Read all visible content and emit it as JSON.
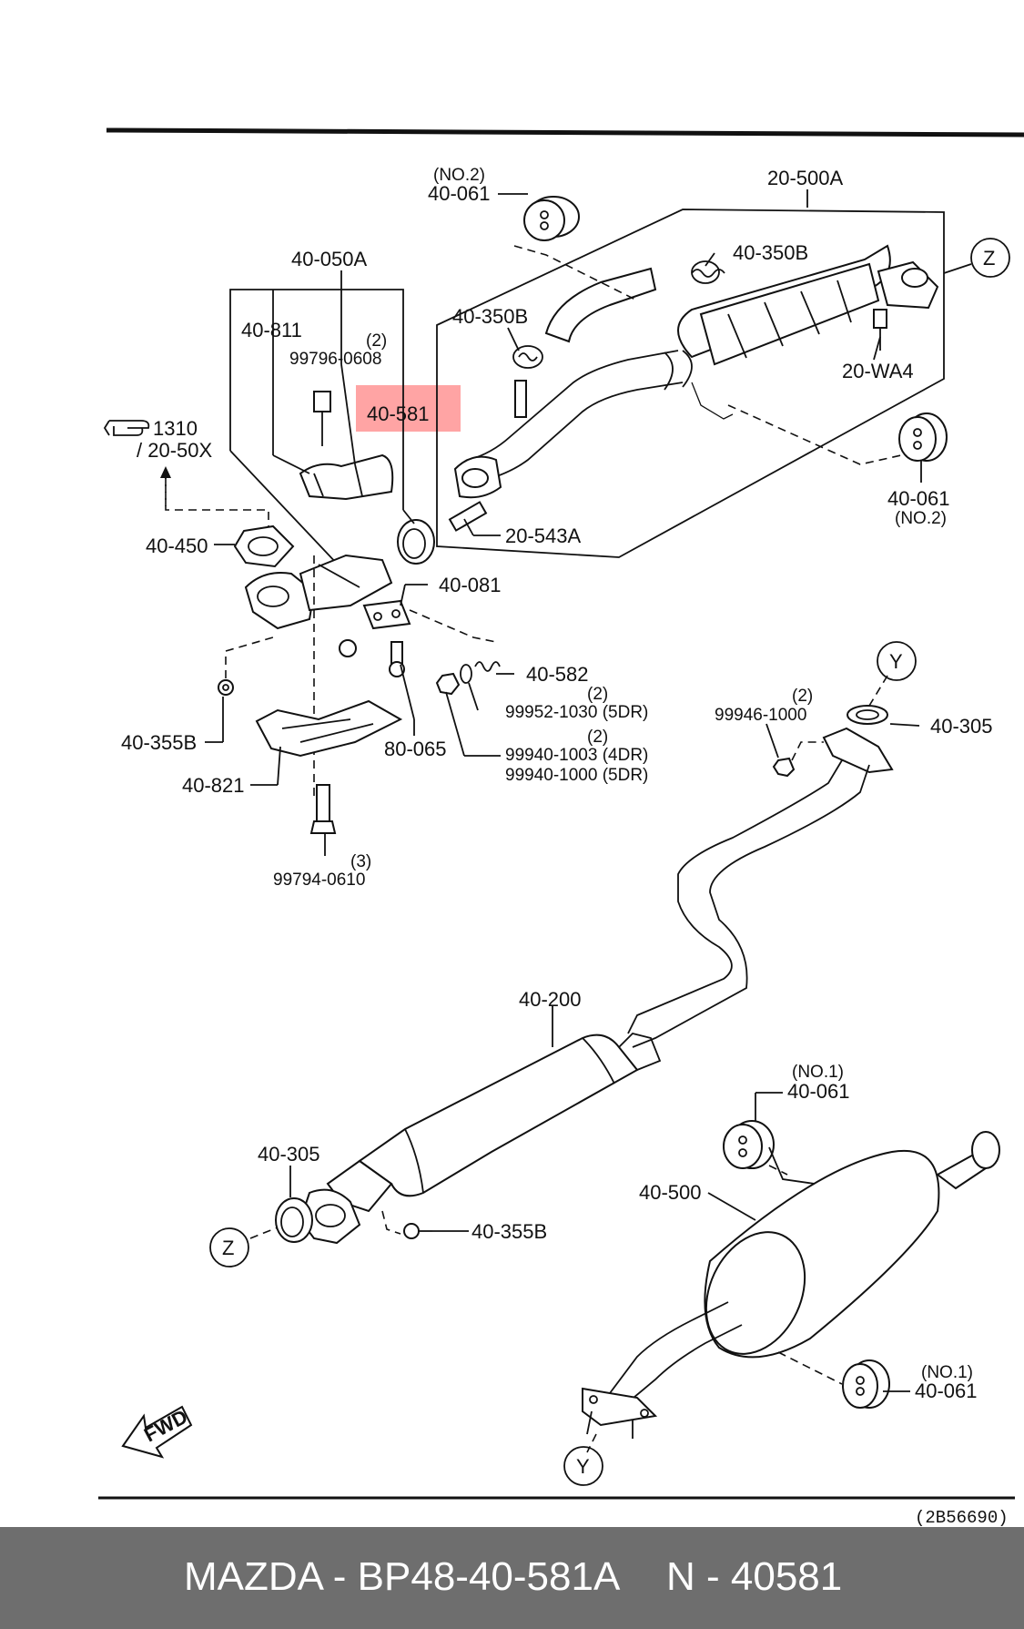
{
  "diagram": {
    "ref_code": "(2B56690)",
    "highlighted_part": "40-581",
    "fwd_label": "FWD",
    "ref_page": {
      "icon": "pointing-hand-icon",
      "number": "1310",
      "sub": "/ 20-50X"
    },
    "callouts": {
      "z_top": "Z",
      "z_bottom": "Z",
      "y_mid": "Y",
      "y_bottom": "Y"
    },
    "labels": {
      "p_40_061_no2_top": "40-061",
      "p_40_061_no2_top_note": "(NO.2)",
      "p_20_500A": "20-500A",
      "p_40_350B_top": "40-350B",
      "p_40_350B_left": "40-350B",
      "p_20_WA4": "20-WA4",
      "p_40_061_no2_right": "40-061",
      "p_40_061_no2_right_note": "(NO.2)",
      "p_20_543A": "20-543A",
      "p_40_050A": "40-050A",
      "p_40_811": "40-811",
      "p_99796_0608": "99796-0608",
      "p_99796_0608_qty": "(2)",
      "p_40_581": "40-581",
      "p_40_450": "40-450",
      "p_40_081": "40-081",
      "p_40_582": "40-582",
      "p_99952_1030": "99952-1030 (5DR)",
      "p_99952_1030_qty": "(2)",
      "p_99940_1003": "99940-1003 (4DR)",
      "p_99940_1000": "99940-1000 (5DR)",
      "p_99940_qty": "(2)",
      "p_40_355B_left": "40-355B",
      "p_80_065": "80-065",
      "p_40_821": "40-821",
      "p_99794_0610": "99794-0610",
      "p_99794_0610_qty": "(3)",
      "p_99946_1000": "99946-1000",
      "p_99946_1000_qty": "(2)",
      "p_40_305_right": "40-305",
      "p_40_200": "40-200",
      "p_40_305_left": "40-305",
      "p_40_355B_bottom": "40-355B",
      "p_40_061_no1_mid": "40-061",
      "p_40_061_no1_mid_note": "(NO.1)",
      "p_40_500": "40-500",
      "p_40_061_no1_bottom": "40-061",
      "p_40_061_no1_bottom_note": "(NO.1)"
    }
  },
  "footer": {
    "title": "MAZDA - BP48-40-581A",
    "code": "N - 40581"
  }
}
